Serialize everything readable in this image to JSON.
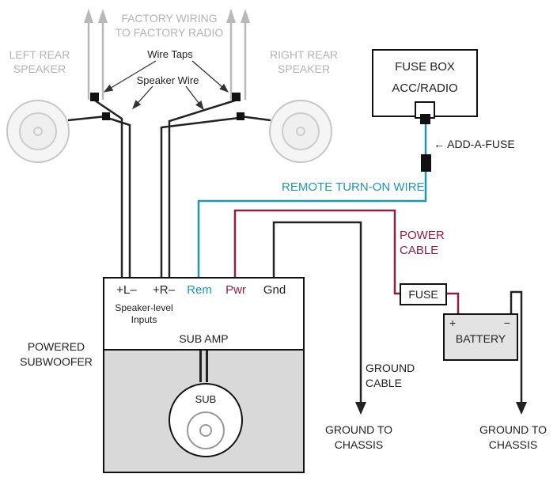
{
  "colors": {
    "remote_wire_teal": "#1f97b0",
    "power_cable_red": "#8e2043",
    "factory_gray": "#b4b4b4",
    "wire_black": "#222222"
  },
  "labels": {
    "factory_wiring_line1": "FACTORY WIRING",
    "factory_wiring_line2": "TO FACTORY RADIO",
    "left_speaker_line1": "LEFT REAR",
    "left_speaker_line2": "SPEAKER",
    "right_speaker_line1": "RIGHT REAR",
    "right_speaker_line2": "SPEAKER",
    "wire_taps": "Wire Taps",
    "speaker_wire": "Speaker Wire",
    "fuse_box": "FUSE BOX",
    "acc_radio": "ACC/RADIO",
    "add_a_fuse": "← ADD-A-FUSE",
    "remote_turn_on_wire": "REMOTE TURN-ON WIRE",
    "power_cable_line1": "POWER",
    "power_cable_line2": "CABLE",
    "fuse": "FUSE",
    "battery": "BATTERY",
    "battery_plus": "+",
    "battery_minus": "−",
    "ground_cable_line1": "GROUND",
    "ground_cable_line2": "CABLE",
    "ground_chassis_line1": "GROUND TO",
    "ground_chassis_line2": "CHASSIS",
    "powered_subwoofer_line1": "POWERED",
    "powered_subwoofer_line2": "SUBWOOFER",
    "speaker_level_line1": "Speaker-level",
    "speaker_level_line2": "Inputs",
    "sub_amp": "SUB AMP",
    "sub": "SUB"
  },
  "terminals": [
    {
      "label": "+L–",
      "color": "#222222"
    },
    {
      "label": "+R–",
      "color": "#222222"
    },
    {
      "label": "Rem",
      "color": "#1f97b0"
    },
    {
      "label": "Pwr",
      "color": "#8e2043"
    },
    {
      "label": "Gnd",
      "color": "#222222"
    }
  ]
}
